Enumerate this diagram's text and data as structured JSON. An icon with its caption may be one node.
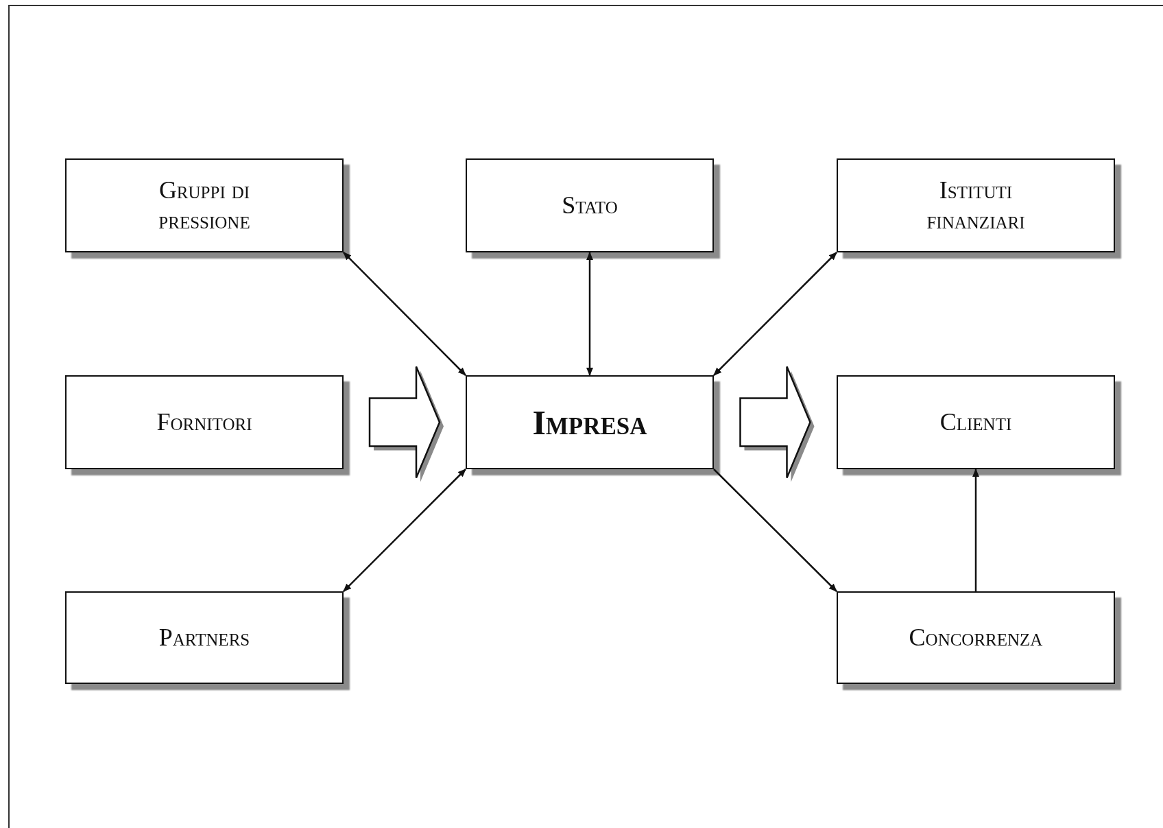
{
  "diagram": {
    "nodes": [
      {
        "text": [
          "Gruppi di pressione"
        ]
      },
      {
        "text": [
          "Stato"
        ]
      },
      {
        "text": [
          "Istituti finanziari"
        ]
      },
      {
        "text": [
          "Fornitori"
        ]
      },
      {
        "text": [
          "Impresa"
        ]
      },
      {
        "text": [
          "Clienti"
        ]
      },
      {
        "text": [
          "Partners"
        ]
      },
      {
        "text": [
          "Concorrenza"
        ]
      }
    ],
    "edges": [
      {
        "from": 0,
        "to": 4,
        "arrow": "both"
      },
      {
        "from": 1,
        "to": 4,
        "arrow": "both"
      },
      {
        "from": 2,
        "to": 4,
        "arrow": "both"
      },
      {
        "from": 3,
        "to": 4,
        "arrow": "to",
        "style": "thick"
      },
      {
        "from": 4,
        "to": 5,
        "arrow": "to",
        "style": "thick"
      },
      {
        "from": 6,
        "to": 4,
        "arrow": "both"
      },
      {
        "from": 4,
        "to": 7,
        "arrow": "to"
      },
      {
        "from": 7,
        "to": 5,
        "arrow": "to"
      }
    ]
  }
}
